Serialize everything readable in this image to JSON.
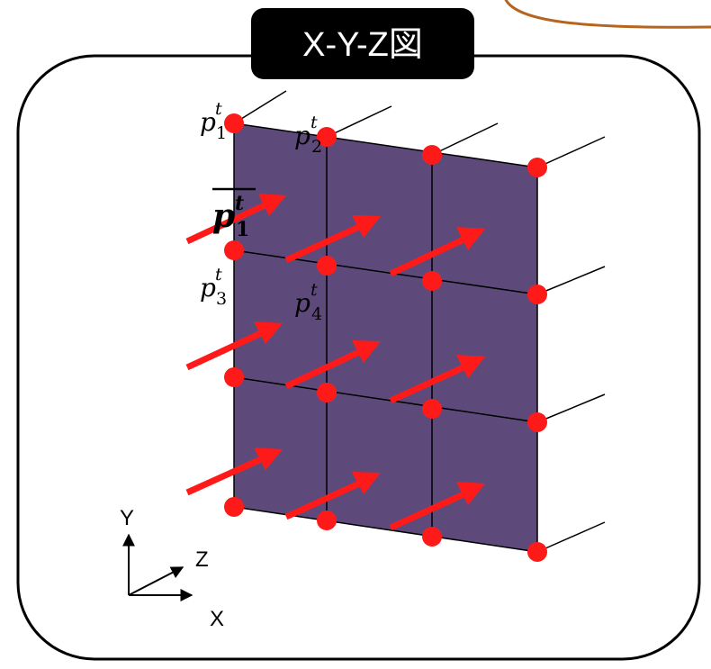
{
  "title": "X-Y-Z図",
  "labels": {
    "p1": "p",
    "p1_sup": "t",
    "p1_sub": "1",
    "p2": "p",
    "p2_sup": "t",
    "p2_sub": "2",
    "p3": "p",
    "p3_sup": "t",
    "p3_sub": "3",
    "p4": "p",
    "p4_sup": "t",
    "p4_sub": "4",
    "p1bar": "p",
    "p1bar_sup": "t",
    "p1bar_sub": "1"
  },
  "axes": {
    "y_label": "Y",
    "z_label": "Z",
    "x_label": "X"
  },
  "colors": {
    "panel_fill": "#5e4a7a",
    "node": "#ff1a1a",
    "arrow": "#ff1a1a",
    "title_bg": "#000000",
    "title_fg": "#ffffff",
    "curve": "#b5651d"
  }
}
